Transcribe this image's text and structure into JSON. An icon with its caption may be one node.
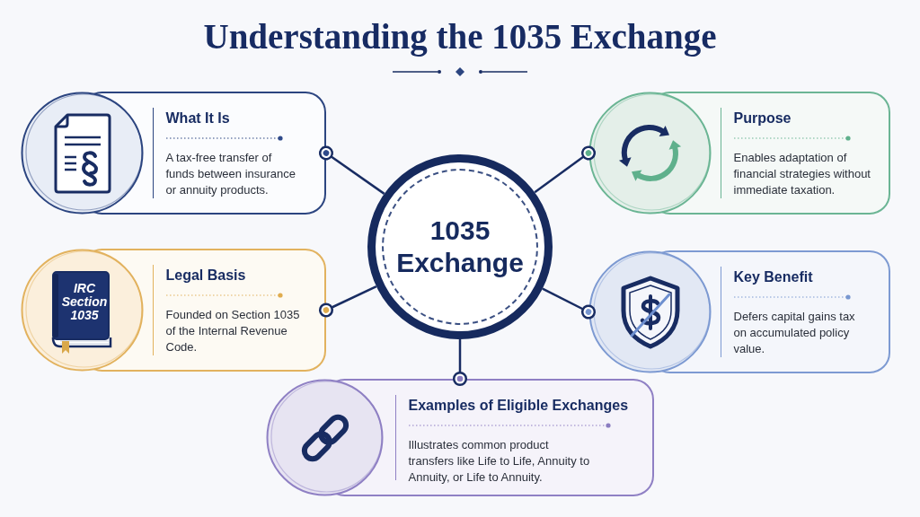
{
  "diagram": {
    "title": "Understanding the 1035 Exchange",
    "nodes": [
      {
        "text": [
          "1035 Exchange"
        ]
      },
      {
        "text": [
          "What It Is",
          "A tax-free transfer of funds between insurance or annuity products."
        ]
      },
      {
        "text": [
          "Purpose",
          "Enables adaptation of financial strategies without immediate taxation."
        ]
      },
      {
        "text": [
          "Legal Basis",
          "Founded on Section 1035 of the Internal Revenue Code."
        ]
      },
      {
        "text": [
          "Key Benefit",
          "Defers capital gains tax on accumulated policy value."
        ]
      },
      {
        "text": [
          "Examples of Eligible Exchanges",
          "Illustrates common product transfers like Life to Life, Annuity to Annuity, or Life to Annuity."
        ]
      }
    ],
    "edges": [
      {
        "from": 0,
        "to": 1,
        "arrow": "other"
      },
      {
        "from": 0,
        "to": 2,
        "arrow": "other"
      },
      {
        "from": 0,
        "to": 3,
        "arrow": "other"
      },
      {
        "from": 0,
        "to": 4,
        "arrow": "other"
      },
      {
        "from": 0,
        "to": 5,
        "arrow": "other"
      }
    ],
    "labels": [
      "IRC Section 1035"
    ]
  }
}
